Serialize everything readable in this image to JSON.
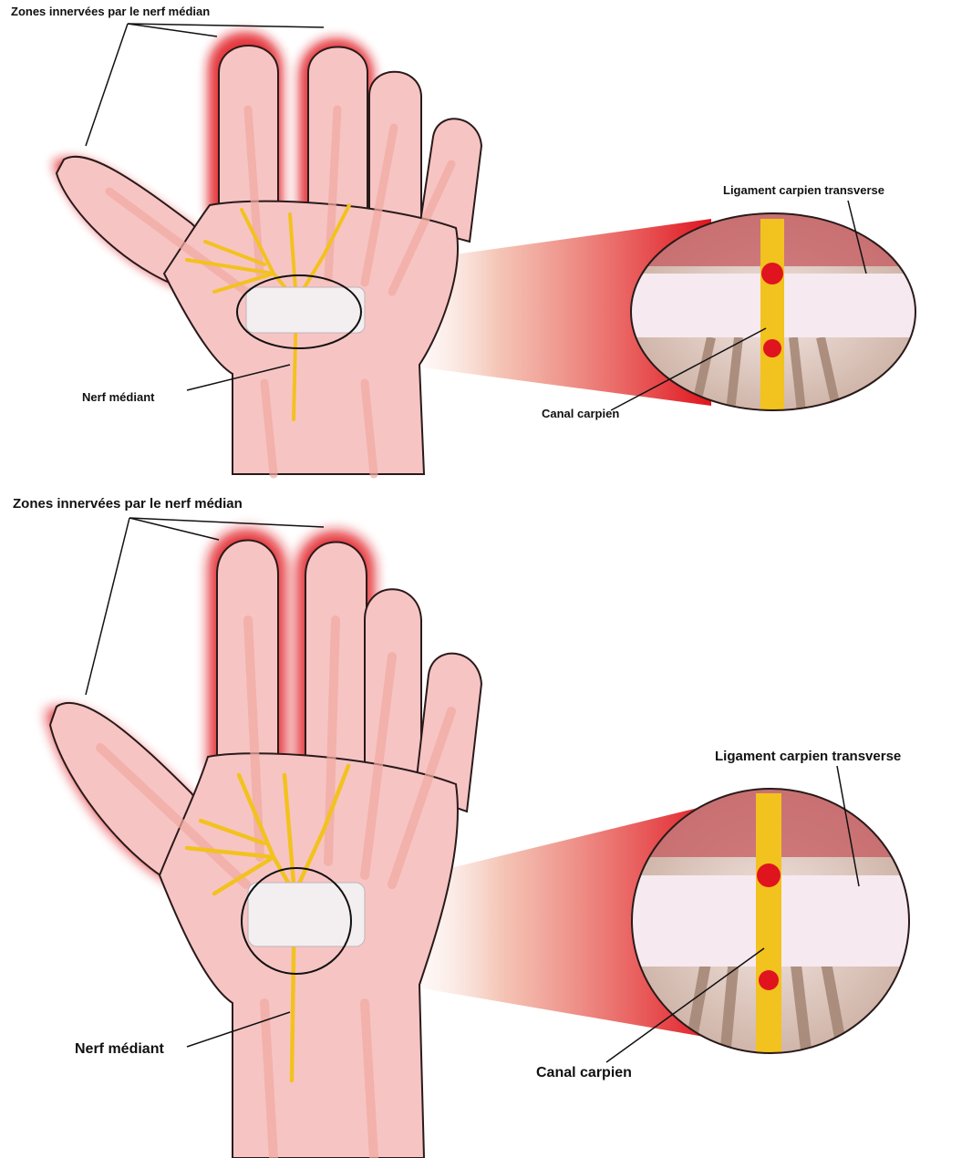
{
  "colors": {
    "skin": "#f7c4c4",
    "skin_dark": "#e9a7a7",
    "glow": "#e0141e",
    "nerve": "#f2c21e",
    "ligament": "#f3eef0",
    "tendon": "#b99a88",
    "outline": "#2a1a1a"
  },
  "panels": [
    {
      "label_zones": "Zones innervées par le nerf médian",
      "label_nerf": "Nerf médiant",
      "label_ligament": "Ligament carpien transverse",
      "label_canal": "Canal carpien"
    },
    {
      "label_zones": "Zones innervées par le nerf médian",
      "label_nerf": "Nerf médiant",
      "label_ligament": "Ligament carpien transverse",
      "label_canal": "Canal carpien"
    }
  ]
}
